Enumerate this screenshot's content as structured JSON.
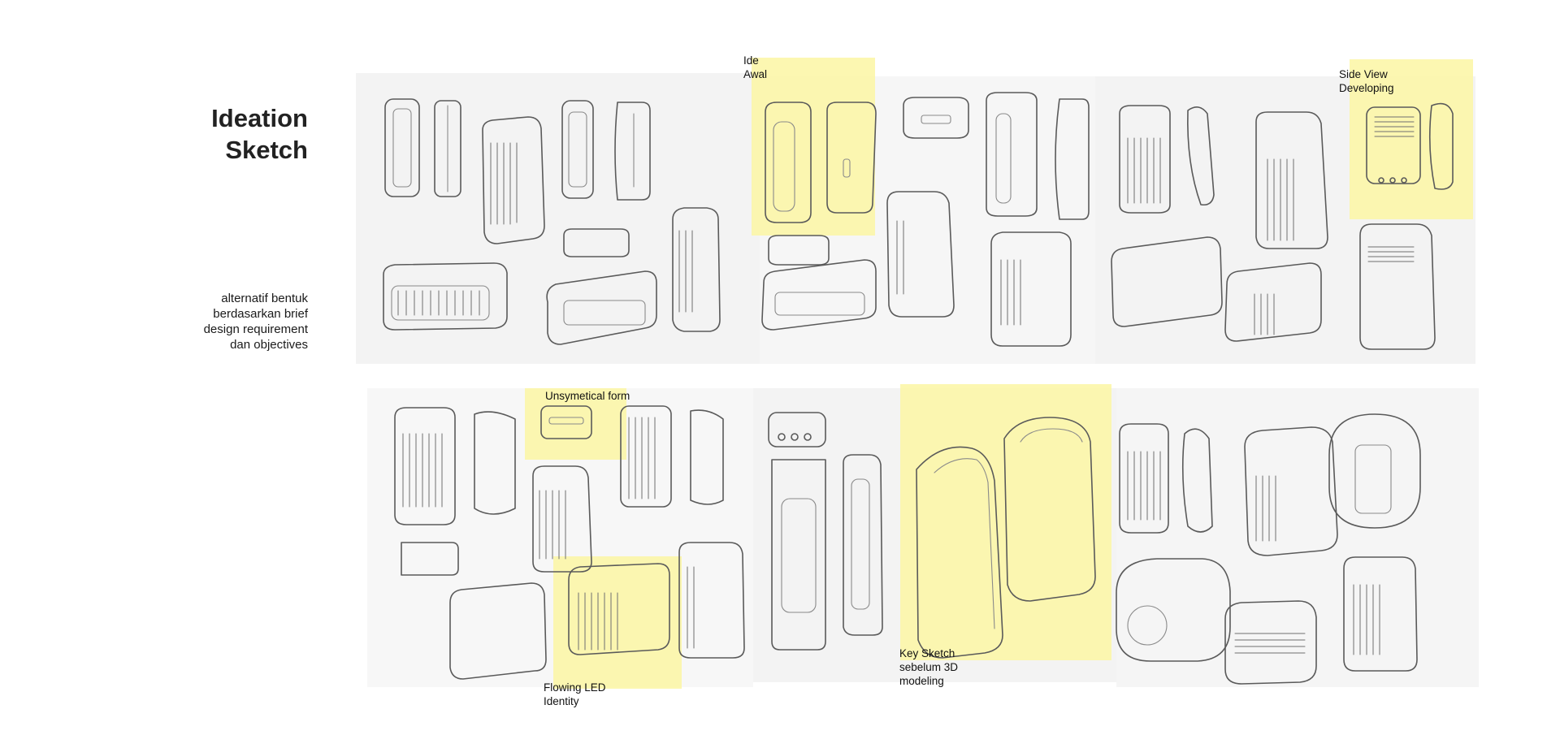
{
  "heading": {
    "line1": "Ideation",
    "line2": "Sketch"
  },
  "description": {
    "line1": "alternatif bentuk",
    "line2": "berdasarkan brief",
    "line3": "design requirement",
    "line4": "dan objectives"
  },
  "annotations": {
    "ide_awal": {
      "line1": "Ide",
      "line2": "Awal"
    },
    "side_view": {
      "line1": "Side View",
      "line2": "Developing"
    },
    "unsymetical": {
      "line1": "Unsymetical form"
    },
    "flowing_led": {
      "line1": "Flowing LED",
      "line2": "Identity"
    },
    "key_sketch": {
      "line1": "Key Sketch",
      "line2": "sebelum 3D",
      "line3": "modeling"
    }
  },
  "colors": {
    "highlight": "#fbf6a3",
    "sheet": "#f3f3f3",
    "pencil": "#5a5a5a"
  }
}
